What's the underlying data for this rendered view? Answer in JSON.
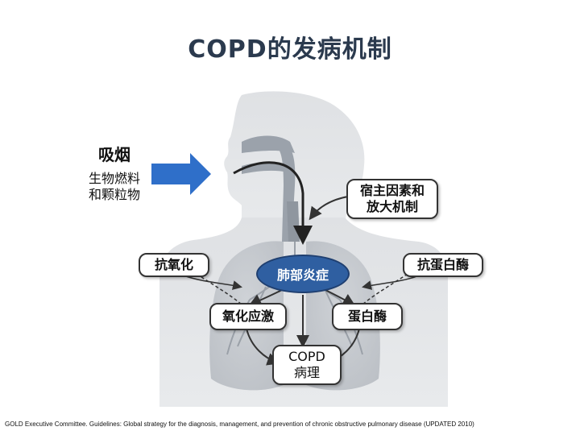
{
  "title": "COPD的发病机制",
  "left": {
    "smoking": "吸烟",
    "biofuel": "生物燃料",
    "particles": "和颗粒物"
  },
  "boxes": {
    "host_factors_line1": "宿主因素和",
    "host_factors_line2": "放大机制",
    "antioxidant": "抗氧化",
    "antiprotease": "抗蛋白酶",
    "lung_inflammation": "肺部炎症",
    "oxidative_stress": "氧化应激",
    "protease": "蛋白酶",
    "copd_line1": "COPD",
    "copd_line2": "病理"
  },
  "citation": "GOLD Executive Committee. Guidelines: Global strategy for the diagnosis, management, and prevention of chronic obstructive pulmonary disease (UPDATED 2010)",
  "colors": {
    "title": "#2b3a4e",
    "arrow_blue": "#2f6fc9",
    "inflammation_oval": "#2f5fa1",
    "body_silhouette": "#d9dbde"
  }
}
